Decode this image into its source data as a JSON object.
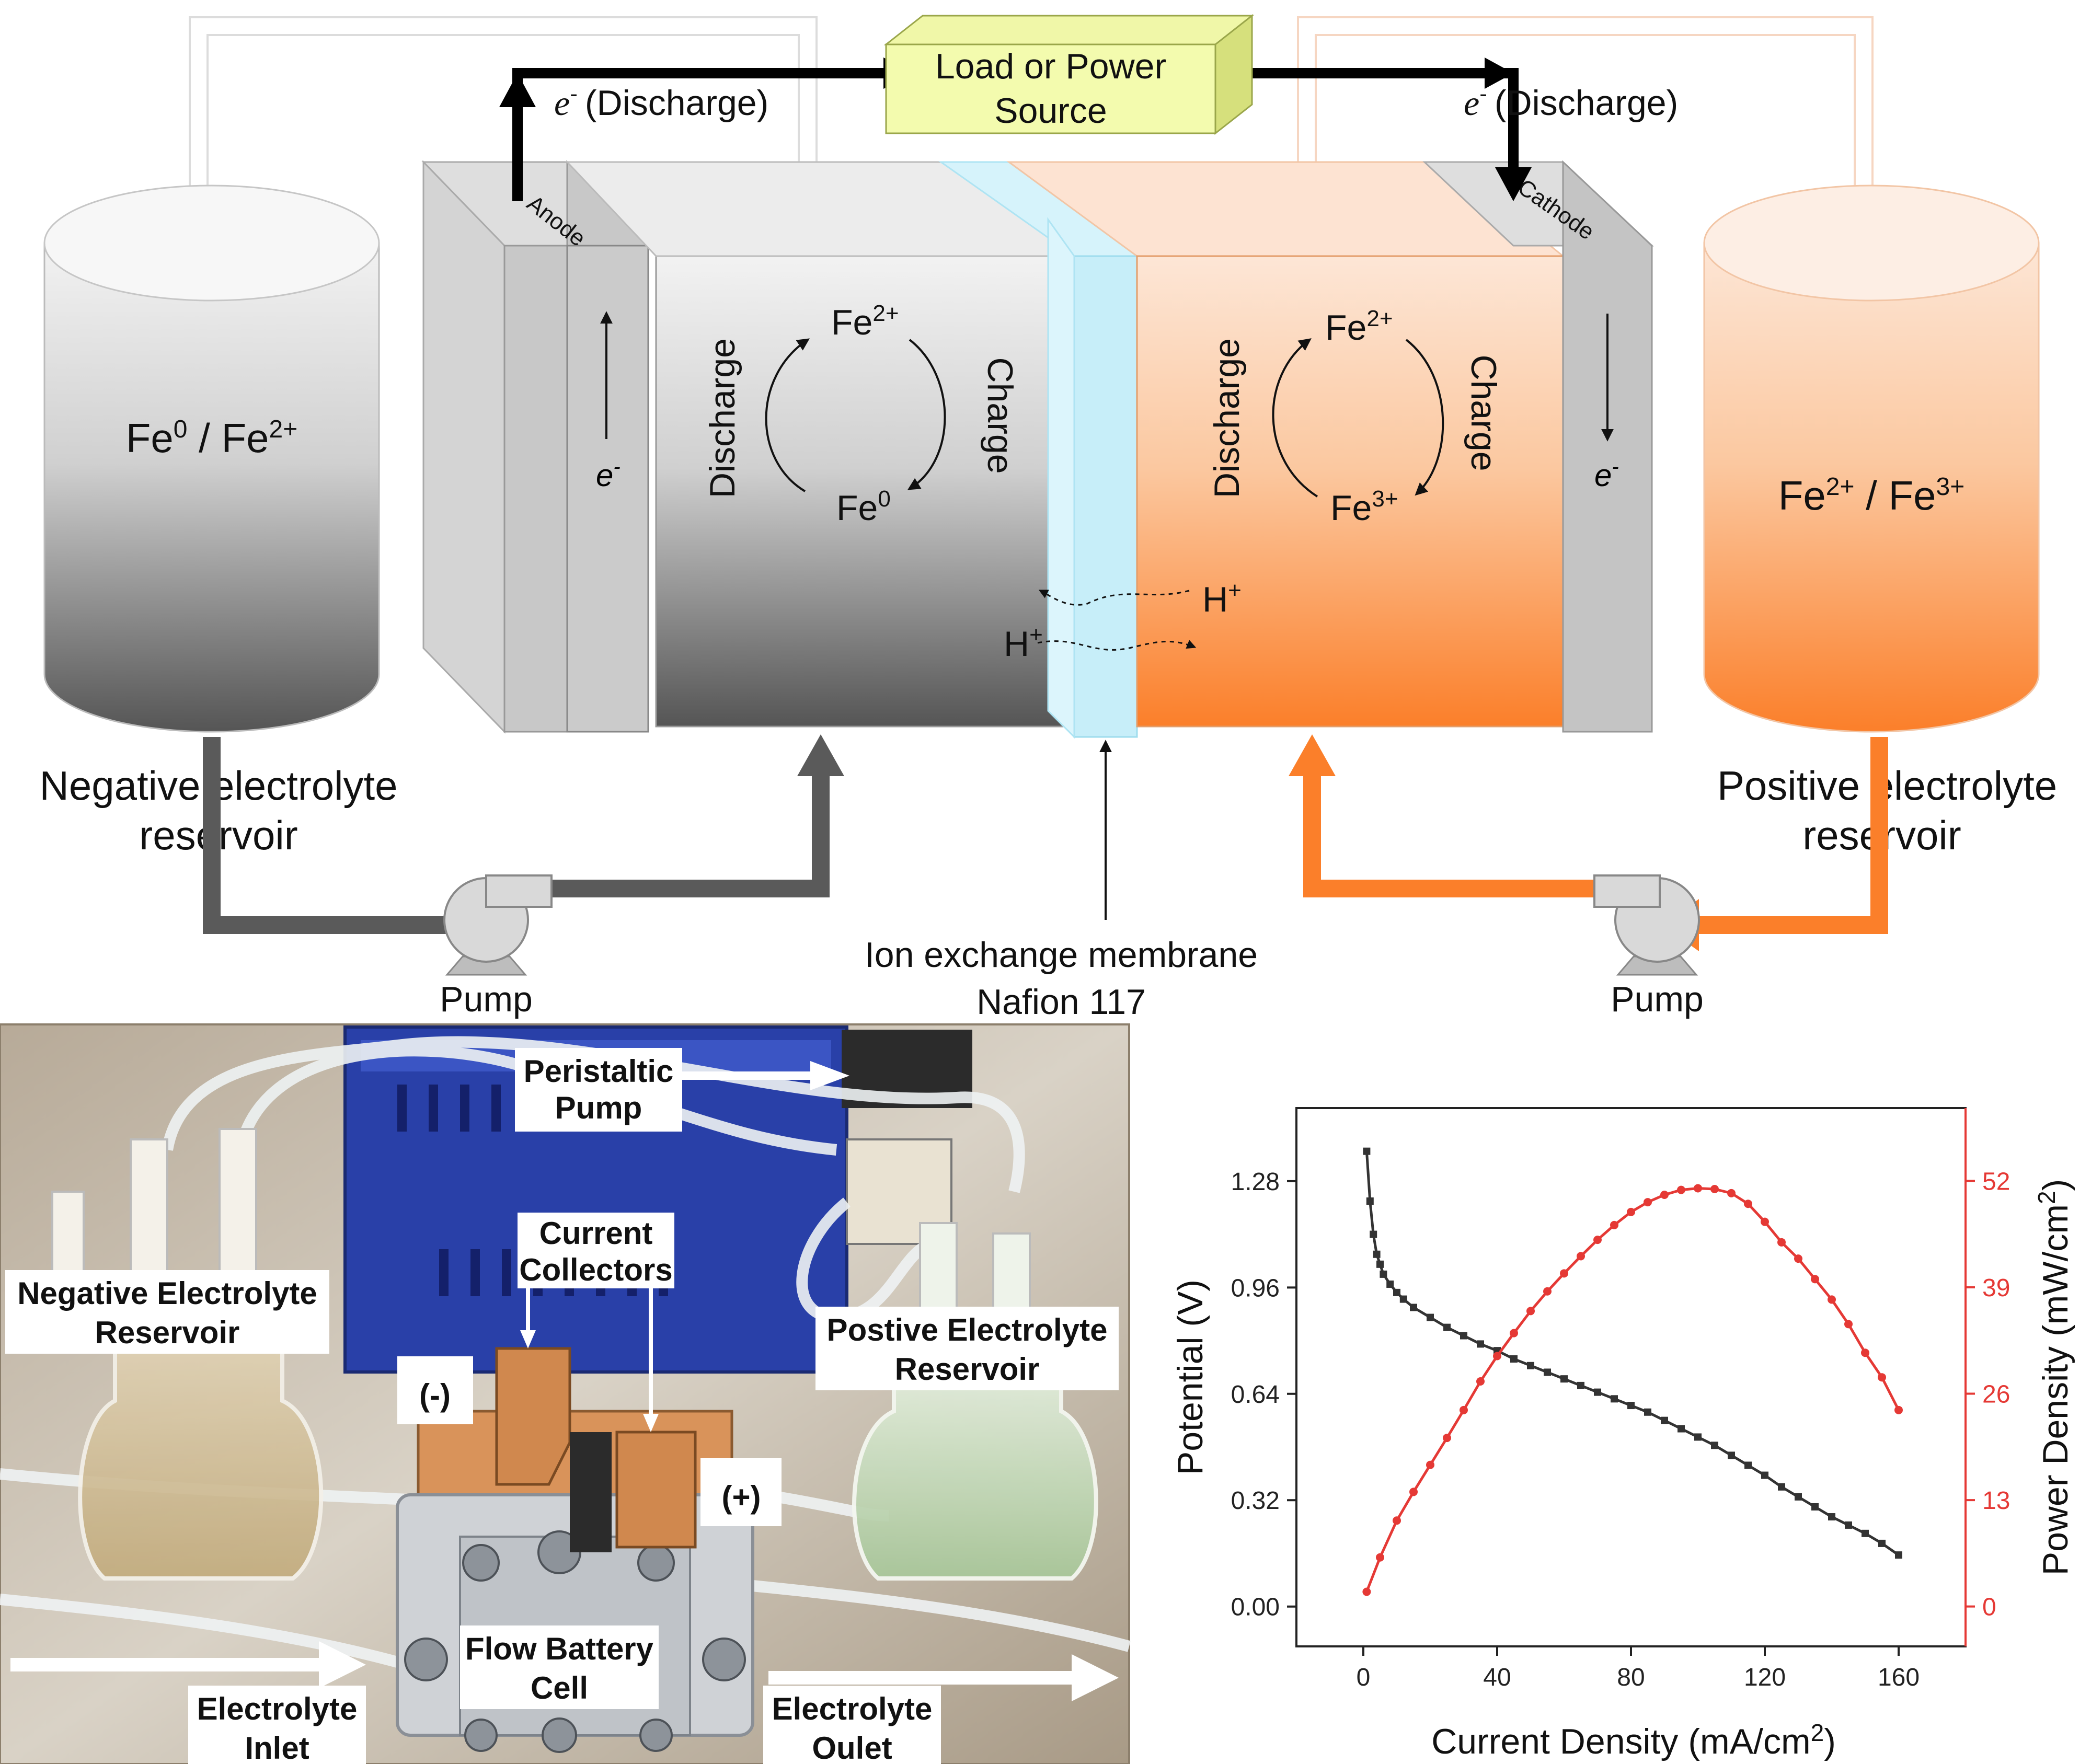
{
  "diagram": {
    "load": {
      "line1": "Load or Power",
      "line2": "Source"
    },
    "discharge_left": "(Discharge)",
    "discharge_right": "(Discharge)",
    "electron": "e",
    "electron_sup": "-",
    "anode": "Anode",
    "cathode": "Cathode",
    "neg_reservoir": {
      "species": "Fe",
      "sup1": "0",
      "mid": " / Fe",
      "sup2": "2+",
      "label1": "Negative  electrolyte",
      "label2": "reservoir"
    },
    "pos_reservoir": {
      "species": "Fe",
      "sup1": "2+",
      "mid": " / Fe",
      "sup2": "3+",
      "label1": "Positive  electrolyte",
      "label2": "reservoir"
    },
    "neg_cycle": {
      "top": "Fe",
      "top_sup": "2+",
      "bottom": "Fe",
      "bottom_sup": "0",
      "discharge": "Discharge",
      "charge": "Charge"
    },
    "pos_cycle": {
      "top": "Fe",
      "top_sup": "2+",
      "bottom": "Fe",
      "bottom_sup": "3+",
      "discharge": "Discharge",
      "charge": "Charge"
    },
    "proton": "H",
    "proton_sup": "+",
    "membrane": {
      "line1": "Ion exchange membrane",
      "line2": "Nafion 117"
    },
    "pump": "Pump"
  },
  "photo": {
    "labels": {
      "peristaltic": [
        "Peristaltic",
        "Pump"
      ],
      "collectors": [
        "Current",
        "Collectors"
      ],
      "neg_res": [
        "Negative Electrolyte",
        "Reservoir"
      ],
      "pos_res": [
        "Postive Electrolyte",
        "Reservoir"
      ],
      "minus": "(-)",
      "plus": "(+)",
      "cell": [
        "Flow Battery",
        "Cell"
      ],
      "inlet": [
        "Electrolyte",
        "Inlet"
      ],
      "outlet": [
        "Electrolyte",
        "Oulet"
      ]
    }
  },
  "chart_data": {
    "type": "line",
    "xlabel": "Current Density (mA/cm",
    "xlabel_sup": "2",
    "xlabel_end": ")",
    "ylabel": "Potential (V)",
    "y2label": "Power Density (mW/cm",
    "y2label_sup": "2",
    "y2label_end": ")",
    "xlim": [
      -20,
      180
    ],
    "ylim": [
      -0.12,
      1.5
    ],
    "y2lim": [
      -4.875,
      60.9
    ],
    "xticks": [
      "0",
      "40",
      "80",
      "120",
      "160"
    ],
    "yticks": [
      "0.00",
      "0.32",
      "0.64",
      "0.96",
      "1.28"
    ],
    "y2ticks": [
      "0",
      "13",
      "26",
      "39",
      "52"
    ],
    "colors": {
      "potential": "#333333",
      "power": "#e53935"
    },
    "series": [
      {
        "axis": "left",
        "x": [
          1,
          2,
          3,
          4,
          5,
          6,
          8,
          10,
          12,
          15,
          20,
          25,
          30,
          35,
          40,
          45,
          50,
          55,
          60,
          65,
          70,
          75,
          80,
          85,
          90,
          95,
          100,
          105,
          110,
          115,
          120,
          125,
          130,
          135,
          140,
          145,
          150,
          155,
          160
        ],
        "values": [
          1.37,
          1.22,
          1.12,
          1.06,
          1.03,
          1.0,
          0.97,
          0.945,
          0.925,
          0.9,
          0.87,
          0.84,
          0.815,
          0.79,
          0.77,
          0.745,
          0.725,
          0.705,
          0.685,
          0.665,
          0.645,
          0.625,
          0.605,
          0.585,
          0.56,
          0.535,
          0.51,
          0.485,
          0.455,
          0.425,
          0.395,
          0.36,
          0.33,
          0.3,
          0.27,
          0.245,
          0.22,
          0.19,
          0.155
        ]
      },
      {
        "axis": "right",
        "x": [
          1,
          5,
          10,
          15,
          20,
          25,
          30,
          35,
          40,
          45,
          50,
          55,
          60,
          65,
          70,
          75,
          80,
          85,
          90,
          95,
          100,
          105,
          110,
          115,
          120,
          125,
          130,
          135,
          140,
          145,
          150,
          155,
          160
        ],
        "values": [
          1.8,
          6.0,
          10.5,
          14.0,
          17.3,
          20.6,
          24.0,
          27.5,
          30.6,
          33.4,
          36.1,
          38.5,
          40.7,
          42.8,
          44.8,
          46.6,
          48.2,
          49.4,
          50.3,
          50.9,
          51.1,
          51.0,
          50.5,
          49.2,
          47.0,
          44.5,
          42.5,
          40.0,
          37.5,
          34.5,
          31.0,
          28.0,
          24.0
        ]
      }
    ]
  }
}
